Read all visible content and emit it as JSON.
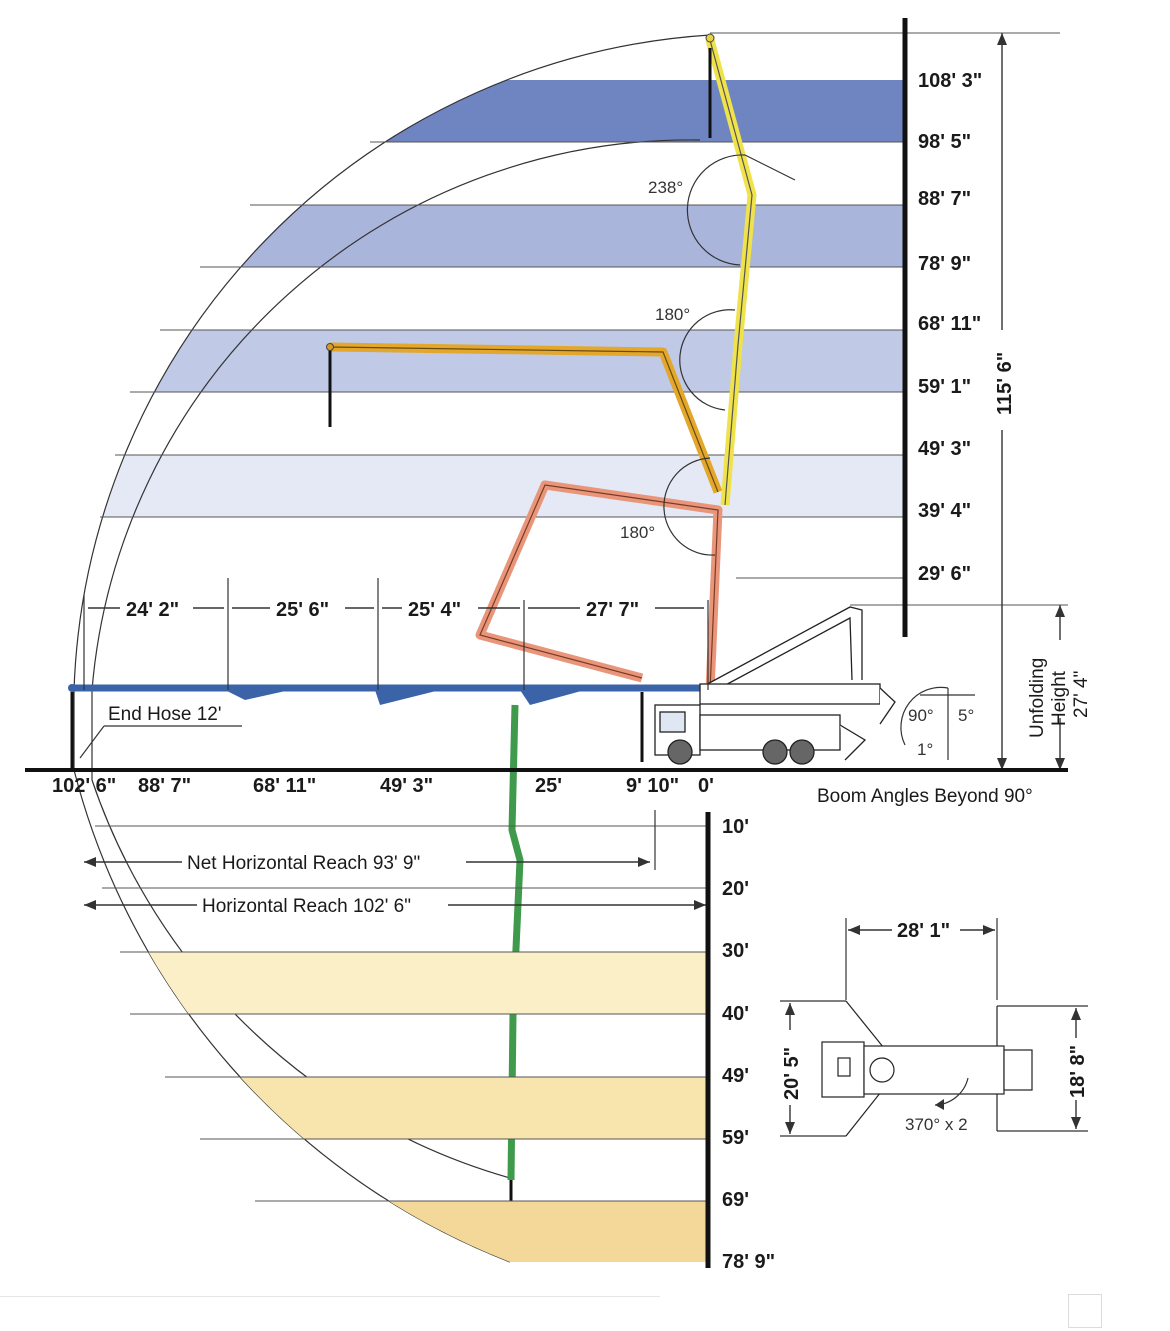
{
  "height_labels": [
    "108' 3\"",
    "98' 5\"",
    "88' 7\"",
    "78' 9\"",
    "68' 11\"",
    "59' 1\"",
    "49' 3\"",
    "39' 4\"",
    "29' 6\""
  ],
  "total_height": "115' 6\"",
  "unfolding": {
    "line1": "Unfolding",
    "line2": "Height",
    "value": "27' 4\""
  },
  "segment_labels": [
    "24' 2\"",
    "25' 6\"",
    "25' 4\"",
    "27' 7\""
  ],
  "reach_labels": [
    "102' 6\"",
    "88' 7\"",
    "68' 11\"",
    "49' 3\"",
    "25'",
    "9' 10\"",
    "0'"
  ],
  "depth_labels": [
    "10'",
    "20'",
    "30'",
    "40'",
    "49'",
    "59'",
    "69'",
    "78' 9\""
  ],
  "end_hose": "End Hose 12'",
  "net_reach": "Net Horizontal Reach 93' 9\"",
  "horizontal_reach": "Horizontal Reach 102' 6\"",
  "boom_angles_note": "Boom Angles Beyond 90°",
  "angles": {
    "a238": "238°",
    "a180_upper": "180°",
    "a180_lower": "180°",
    "a90": "90°",
    "a5": "5°",
    "a1": "1°"
  },
  "outrigger": {
    "spread_width": "28' 1\"",
    "front_support": "20' 5\"",
    "rear_support": "18' 8\"",
    "rotation": "370° x 2"
  },
  "colors": {
    "band_blue_1": "#6e85c2",
    "band_blue_2": "#a9b5da",
    "band_blue_3": "#c0c9e6",
    "band_blue_4": "#d2d9ee",
    "band_blue_5": "#e5e9f5",
    "band_tan_1": "#fbefc8",
    "band_tan_2": "#f8e4ad",
    "band_tan_3": "#f4d89a",
    "boom_yellow": "#efe24a",
    "boom_orange": "#e3a72b",
    "boom_salmon": "#e8957a",
    "boom_blue": "#3b63a8",
    "boom_green": "#3f9a4c"
  }
}
